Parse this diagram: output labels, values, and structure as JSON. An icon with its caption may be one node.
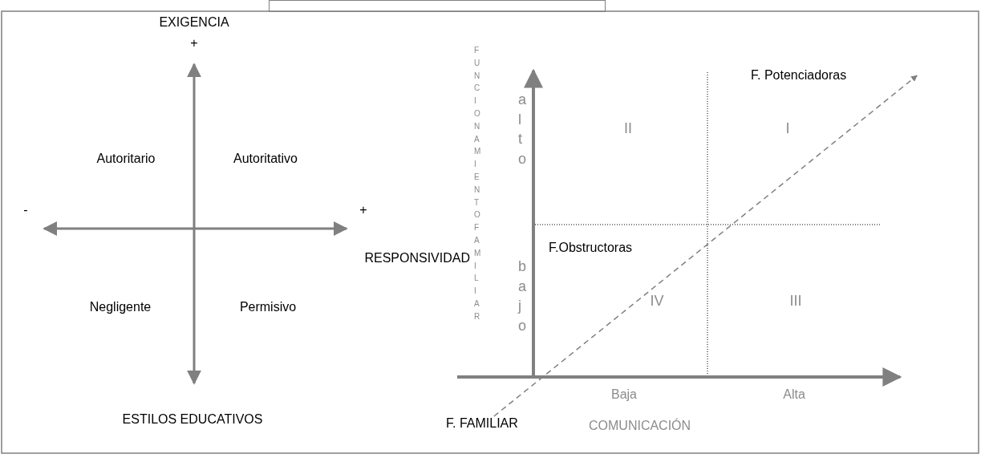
{
  "diagram": {
    "nodes": [
      {
        "text": [
          "F. Potenciadoras"
        ]
      },
      {
        "text": [
          "F. FAMILIAR"
        ]
      },
      {
        "text": [],
        "shape": "box"
      }
    ],
    "edges": [
      {
        "from": 1,
        "to": 0,
        "arrow": "to",
        "style": "dashed"
      }
    ],
    "labels": [
      "EXIGENCIA",
      "+",
      "Autoritario",
      "Autoritativo",
      "-",
      "+",
      "RESPONSIVIDAD",
      "Negligente",
      "Permisivo",
      "ESTILOS EDUCATIVOS",
      "FUNCIONAMIENTO FAMILIAR",
      "alto",
      "II",
      "I",
      "bajo",
      "F.Obstructoras",
      "IV",
      "III",
      "Baja",
      "Alta",
      "COMUNICACIÓN"
    ]
  }
}
